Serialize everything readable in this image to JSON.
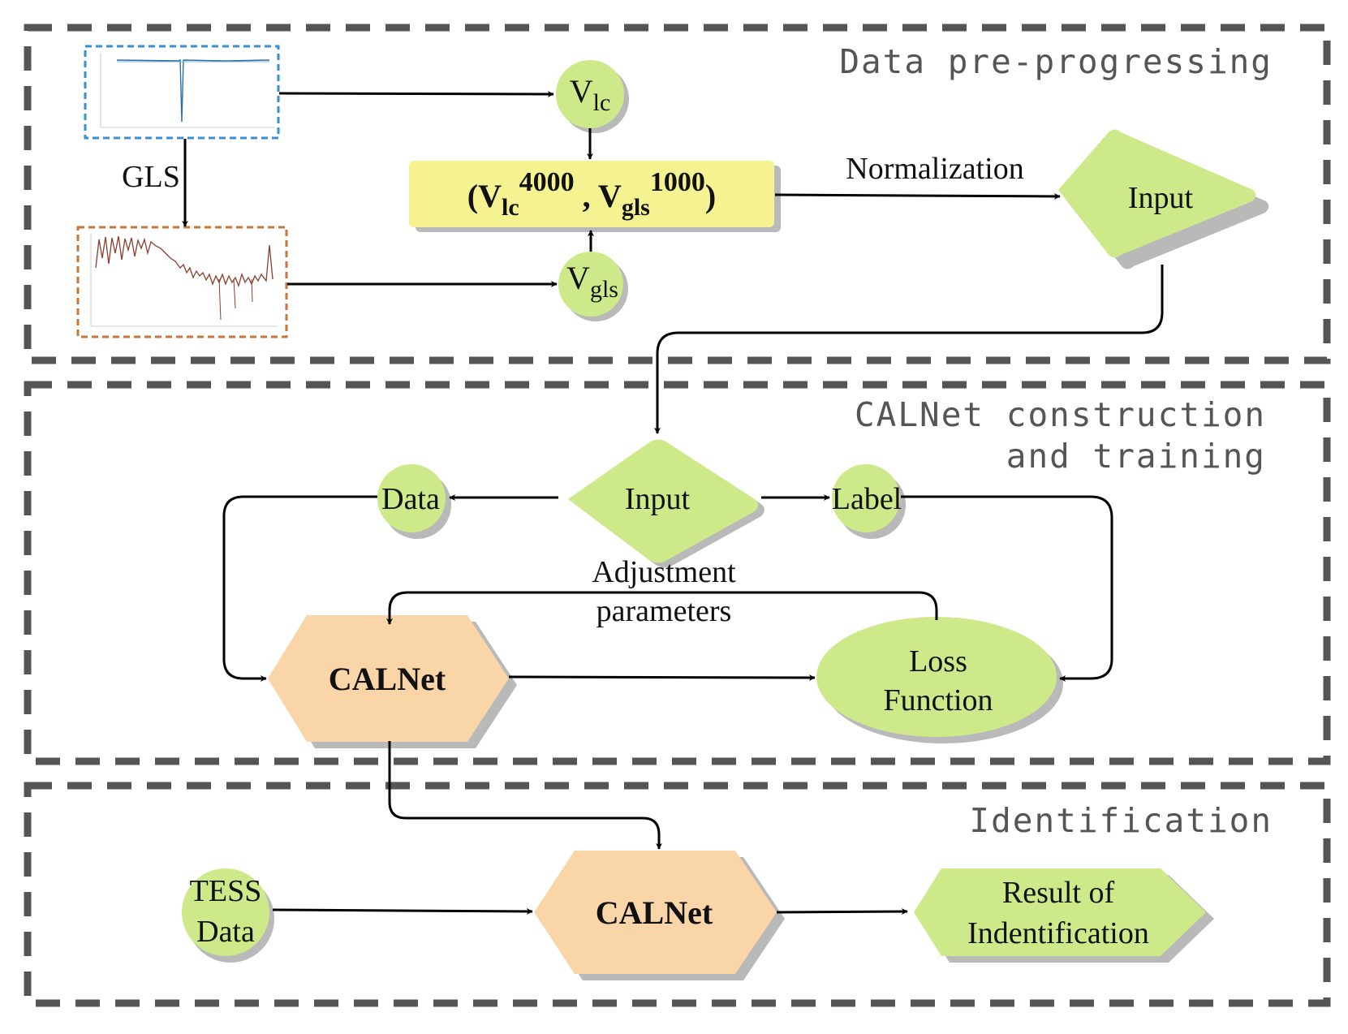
{
  "sections": {
    "preprocessing": {
      "title": "Data pre-progressing"
    },
    "construction": {
      "title_line1": "CALNet construction",
      "title_line2": "and training"
    },
    "identification": {
      "title": "Identification"
    }
  },
  "preprocessing": {
    "gls_label": "GLS",
    "vlc": {
      "base": "V",
      "sub": "lc"
    },
    "vgls": {
      "base": "V",
      "sub": "gls"
    },
    "vector": {
      "open": "(V",
      "sub1": "lc",
      "sup1": "4000",
      "comma": " , V",
      "sub2": "gls",
      "sup2": "1000",
      "close": ")"
    },
    "normalization_label": "Normalization",
    "input_label": "Input"
  },
  "construction": {
    "input_label": "Input",
    "data_label": "Data",
    "label_label": "Label",
    "adjust_line1": "Adjustment",
    "adjust_line2": "parameters",
    "calnet_label": "CALNet",
    "loss_line1": "Loss",
    "loss_line2": "Function"
  },
  "identification": {
    "tess_line1": "TESS",
    "tess_line2": "Data",
    "calnet_label": "CALNet",
    "result_line1": "Result of",
    "result_line2": "Indentification"
  },
  "colors": {
    "green_node": "#cde98a",
    "yellow_box": "#f5f291",
    "orange_hex": "#f9d5a8",
    "shadow": "#b9b9b9",
    "light_curve_box": "#3a8fd0",
    "periodogram_box": "#c7773a"
  },
  "icons": [
    "light-curve-thumbnail",
    "periodogram-thumbnail"
  ]
}
